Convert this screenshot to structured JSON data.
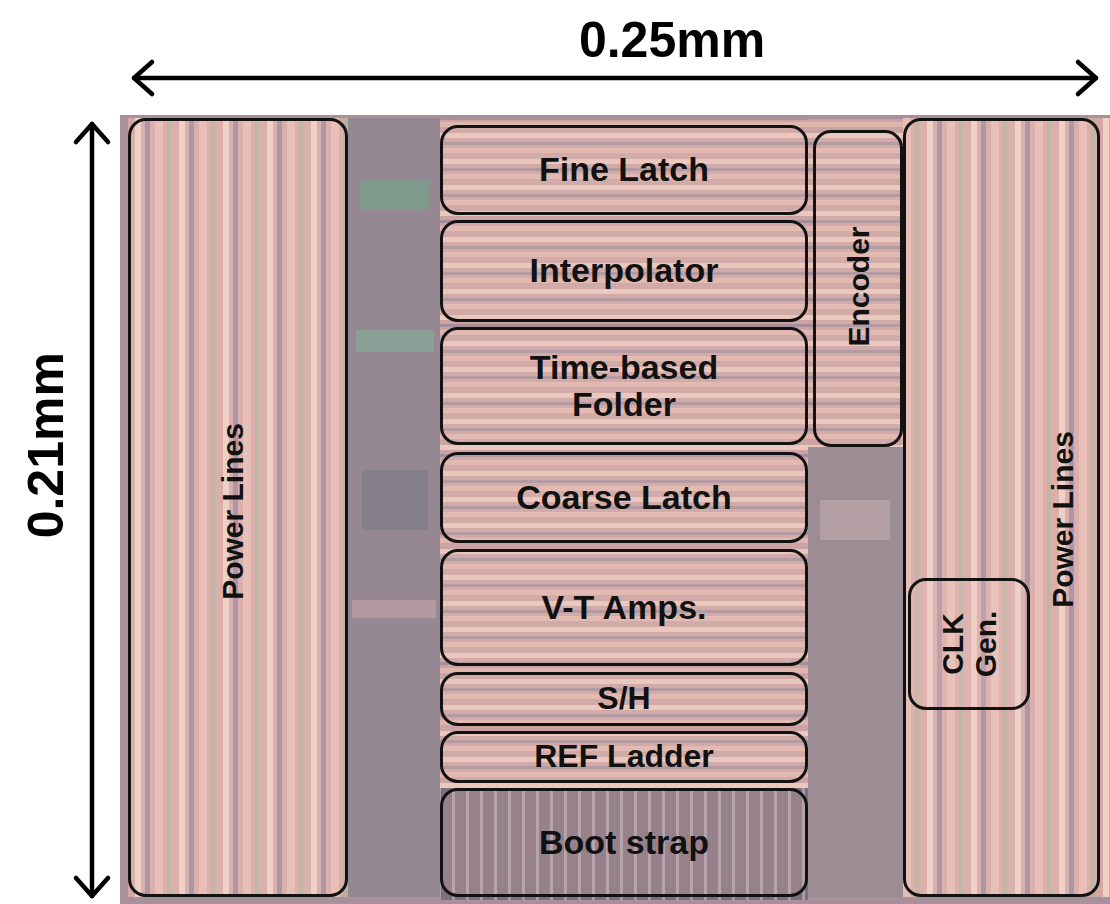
{
  "diagram": {
    "nodes": [
      {
        "text": [
          "Power Lines"
        ]
      },
      {
        "text": [
          "Fine Latch"
        ]
      },
      {
        "text": [
          "Interpolator"
        ]
      },
      {
        "text": [
          "Time-based Folder"
        ]
      },
      {
        "text": [
          "Coarse Latch"
        ]
      },
      {
        "text": [
          "V-T Amps."
        ]
      },
      {
        "text": [
          "S/H"
        ]
      },
      {
        "text": [
          "REF Ladder"
        ]
      },
      {
        "text": [
          "Boot strap"
        ]
      },
      {
        "text": [
          "Encoder"
        ]
      },
      {
        "text": [
          "Power Lines"
        ]
      },
      {
        "text": [
          "CLK Gen."
        ],
        "in": 10
      }
    ],
    "labels": [
      "0.25mm",
      "0.21mm"
    ]
  }
}
